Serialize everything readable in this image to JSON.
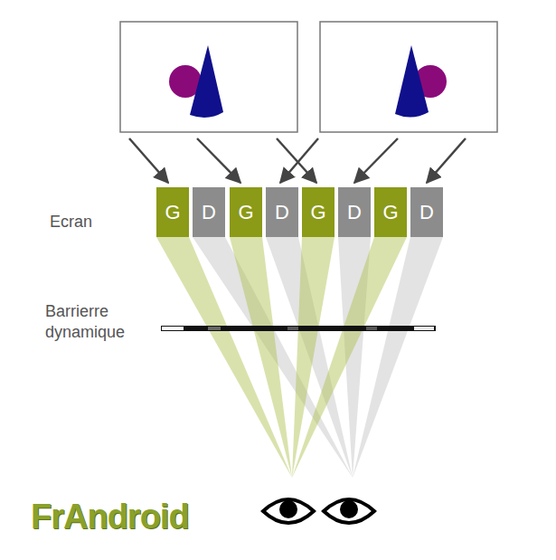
{
  "diagram": {
    "nodes": [
      {
        "text": [
          "G"
        ]
      },
      {
        "text": [
          "D"
        ]
      },
      {
        "text": [
          "G"
        ]
      },
      {
        "text": [
          "D"
        ]
      },
      {
        "text": [
          "G"
        ]
      },
      {
        "text": [
          "D"
        ]
      },
      {
        "text": [
          "G"
        ]
      },
      {
        "text": [
          "D"
        ]
      }
    ],
    "labels": [
      "Ecran",
      "Barrierre dynamique",
      "FrAndroid"
    ]
  }
}
